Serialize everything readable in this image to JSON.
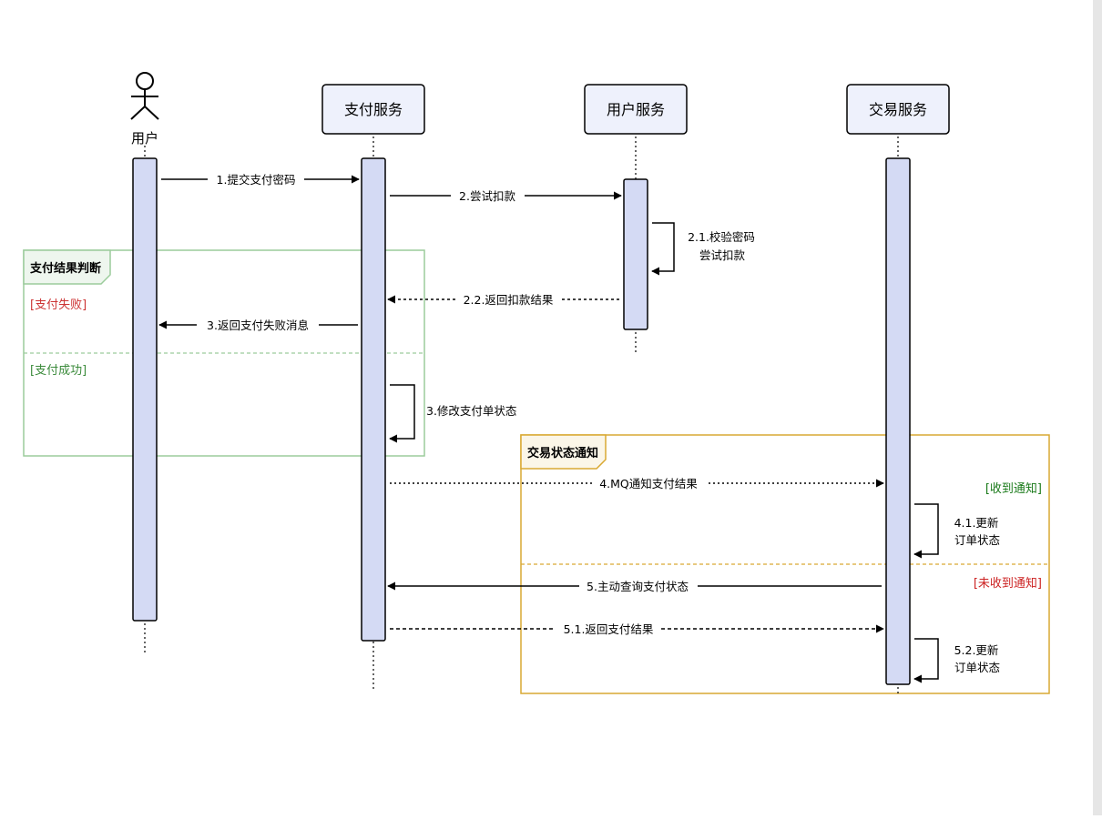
{
  "participants": {
    "user": "用户",
    "payment": "支付服务",
    "user_service": "用户服务",
    "trade": "交易服务"
  },
  "messages": {
    "m1": "1.提交支付密码",
    "m2": "2.尝试扣款",
    "m2_1_line1": "2.1.校验密码",
    "m2_1_line2": "尝试扣款",
    "m2_2": "2.2.返回扣款结果",
    "m3_fail": "3.返回支付失败消息",
    "m3_update": "3.修改支付单状态",
    "m4": "4.MQ通知支付结果",
    "m4_1_line1": "4.1.更新",
    "m4_1_line2": "订单状态",
    "m5": "5.主动查询支付状态",
    "m5_1": "5.1.返回支付结果",
    "m5_2_line1": "5.2.更新",
    "m5_2_line2": "订单状态"
  },
  "fragments": {
    "payment_result": {
      "title": "支付结果判断",
      "guard_fail": "[支付失败]",
      "guard_success": "[支付成功]"
    },
    "trade_notify": {
      "title": "交易状态通知",
      "guard_received": "[收到通知]",
      "guard_not_received": "[未收到通知]"
    }
  },
  "colors": {
    "activation_fill": "#d4daf4",
    "participant_fill": "#eef1fc",
    "fragment_green": "#9ccc9c",
    "fragment_gold": "#d9a933",
    "guard_fail": "#cc3333",
    "guard_success": "#3a8a3a",
    "guard_received": "#1a7a1a",
    "guard_not_received": "#cc2222"
  }
}
